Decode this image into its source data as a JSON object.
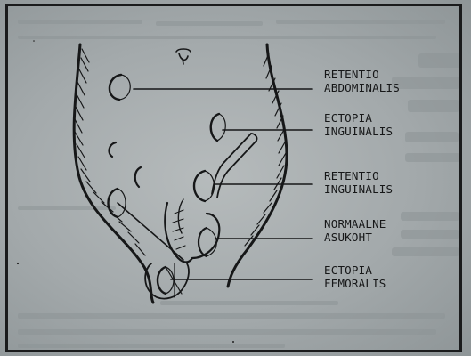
{
  "labels": [
    {
      "line1": "RETENTIO",
      "line2": "ABDOMINALIS"
    },
    {
      "line1": "ECTOPIA",
      "line2": "INGUINALIS"
    },
    {
      "line1": "RETENTIO",
      "line2": "INGUINALIS"
    },
    {
      "line1": "NORMAALNE",
      "line2": "ASUKOHT"
    },
    {
      "line1": "ECTOPIA",
      "line2": "FEMORALIS"
    }
  ],
  "colors": {
    "ink": "#161718",
    "paper": "#a9afb1",
    "show_through": "#8d9496",
    "frame": "#1a1b1c"
  }
}
